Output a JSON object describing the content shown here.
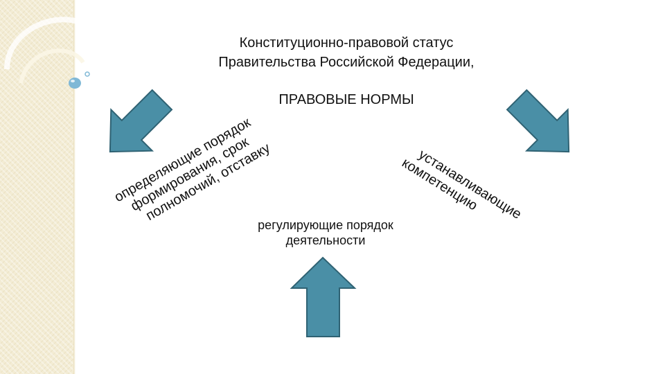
{
  "title": {
    "line1": "Конституционно-правовой статус",
    "line2": "Правительства Российской Федерации,"
  },
  "norms_heading": "ПРАВОВЫЕ НОРМЫ",
  "left_text": {
    "line1": "определяющие порядок",
    "line2": "формирования, срок",
    "line3": "полномочий, отставку"
  },
  "right_text": {
    "line1": "устанавливающие",
    "line2": "компетенцию"
  },
  "center_text": {
    "line1": "регулирующие порядок",
    "line2": "деятельности"
  },
  "colors": {
    "arrow_fill": "#4a8fa6",
    "arrow_stroke": "#2f6273",
    "strip": "#f3ecd4",
    "bubble": "#7fb8d6"
  },
  "icons": [
    "arrow-down-right-icon",
    "arrow-down-left-icon",
    "arrow-up-icon",
    "bubble-icon"
  ]
}
